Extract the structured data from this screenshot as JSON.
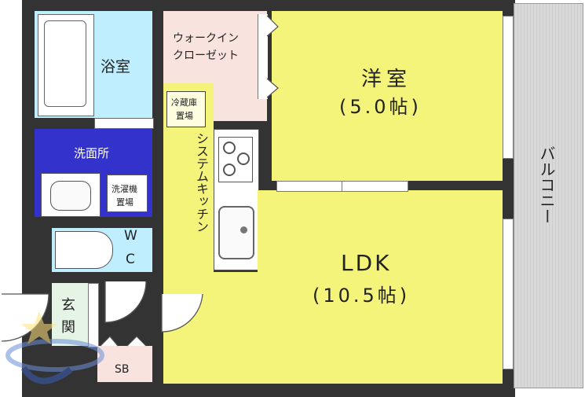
{
  "rooms": {
    "bath": "浴室",
    "walk_in_closet_line1": "ウォークイン",
    "walk_in_closet_line2": "クローゼット",
    "western_room": "洋室",
    "western_room_size": "(5.0帖)",
    "fridge_line1": "冷蔵庫",
    "fridge_line2": "置場",
    "system_kitchen": "システムキッチン",
    "washroom": "洗面所",
    "washer_line1": "洗濯機",
    "washer_line2": "置場",
    "wc_line1": "W",
    "wc_line2": "C",
    "entrance_line1": "玄",
    "entrance_line2": "関",
    "ldk": "LDK",
    "ldk_size": "(10.5帖)",
    "balcony": "バルコニー",
    "shoe_box": "SB"
  },
  "colors": {
    "yellow": "#f4f47a",
    "pink": "#f9e3de",
    "cyan": "#bfeeff",
    "blue": "#3333cc",
    "wall": "#333333",
    "balcony": "#d9d9d9",
    "entrance": "#e6f4e6"
  }
}
